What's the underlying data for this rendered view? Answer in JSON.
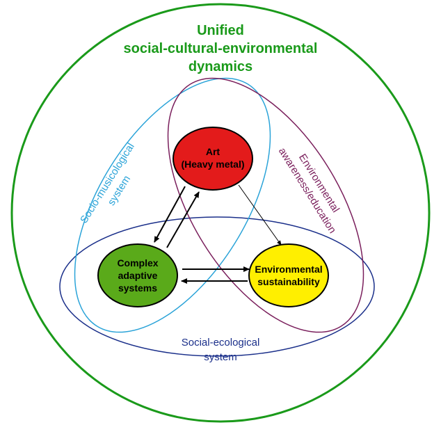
{
  "title": {
    "line1": "Unified",
    "line2": "social-cultural-environmental",
    "line3": "dynamics"
  },
  "systems": {
    "socio_musicological": {
      "line1": "Socio-musicological",
      "line2": "system"
    },
    "environmental_awareness": {
      "line1": "Environmental",
      "line2": "awareness/education"
    },
    "social_ecological": {
      "line1": "Social-ecological",
      "line2": "system"
    }
  },
  "nodes": {
    "art": {
      "line1": "Art",
      "line2": "(Heavy metal)"
    },
    "complex": {
      "line1": "Complex",
      "line2": "adaptive",
      "line3": "systems"
    },
    "environmental": {
      "line1": "Environmental",
      "line2": "sustainability"
    }
  },
  "colors": {
    "outer_circle": "#1a9a1a",
    "title": "#1a9a1a",
    "socio_musicological": "#2aa3d8",
    "environmental_awareness": "#7a1f5c",
    "social_ecological": "#1a2f8a",
    "art_fill": "#e31b1b",
    "complex_fill": "#5aaa1a",
    "environmental_fill": "#ffef00"
  }
}
